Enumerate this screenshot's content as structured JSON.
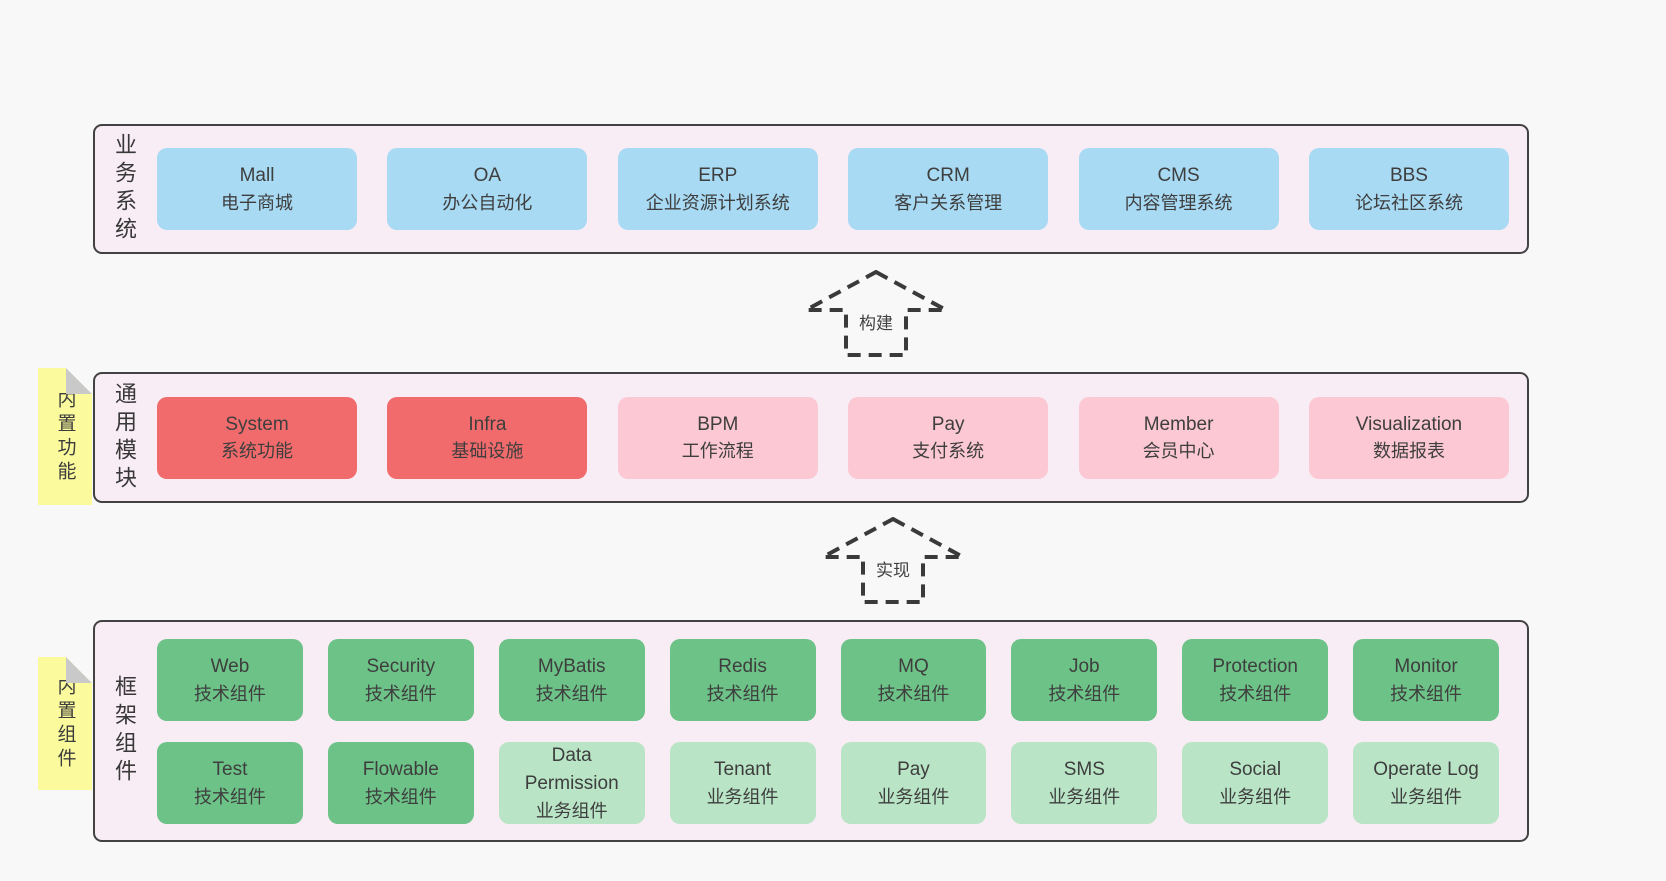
{
  "palette": {
    "page_background": "#f8f8f8",
    "container_background": "#f8edf5",
    "container_border": "#424242",
    "business_system_box": "#a8daf4",
    "core_module_box": "#f16b6c",
    "feature_module_box": "#fbc8d3",
    "tech_component_box": "#6cc287",
    "biz_component_box": "#b9e5c6",
    "sticky_note": "#fbfb9d",
    "sticky_note_fold": "#c9c9c9",
    "dashed_arrow": "#3a3a3a"
  },
  "layers": {
    "business": {
      "label": "业务系统",
      "boxes": [
        {
          "name": "Mall",
          "desc": "电子商城",
          "variant": "business"
        },
        {
          "name": "OA",
          "desc": "办公自动化",
          "variant": "business"
        },
        {
          "name": "ERP",
          "desc": "企业资源计划系统",
          "variant": "business"
        },
        {
          "name": "CRM",
          "desc": "客户关系管理",
          "variant": "business"
        },
        {
          "name": "CMS",
          "desc": "内容管理系统",
          "variant": "business"
        },
        {
          "name": "BBS",
          "desc": "论坛社区系统",
          "variant": "business"
        }
      ]
    },
    "modules": {
      "label": "通用模块",
      "note": "内置功能",
      "boxes": [
        {
          "name": "System",
          "desc": "系统功能",
          "variant": "core"
        },
        {
          "name": "Infra",
          "desc": "基础设施",
          "variant": "core"
        },
        {
          "name": "BPM",
          "desc": "工作流程",
          "variant": "feature"
        },
        {
          "name": "Pay",
          "desc": "支付系统",
          "variant": "feature"
        },
        {
          "name": "Member",
          "desc": "会员中心",
          "variant": "feature"
        },
        {
          "name": "Visualization",
          "desc": "数据报表",
          "variant": "feature"
        }
      ]
    },
    "components": {
      "label": "框架组件",
      "note": "内置组件",
      "boxes": [
        {
          "name": "Web",
          "desc": "技术组件",
          "variant": "tech"
        },
        {
          "name": "Security",
          "desc": "技术组件",
          "variant": "tech"
        },
        {
          "name": "MyBatis",
          "desc": "技术组件",
          "variant": "tech"
        },
        {
          "name": "Redis",
          "desc": "技术组件",
          "variant": "tech"
        },
        {
          "name": "MQ",
          "desc": "技术组件",
          "variant": "tech"
        },
        {
          "name": "Job",
          "desc": "技术组件",
          "variant": "tech"
        },
        {
          "name": "Protection",
          "desc": "技术组件",
          "variant": "tech"
        },
        {
          "name": "Monitor",
          "desc": "技术组件",
          "variant": "tech"
        },
        {
          "name": "Test",
          "desc": "技术组件",
          "variant": "tech"
        },
        {
          "name": "Flowable",
          "desc": "技术组件",
          "variant": "tech"
        },
        {
          "name": "Data Permission",
          "desc": "业务组件",
          "variant": "biz"
        },
        {
          "name": "Tenant",
          "desc": "业务组件",
          "variant": "biz"
        },
        {
          "name": "Pay",
          "desc": "业务组件",
          "variant": "biz"
        },
        {
          "name": "SMS",
          "desc": "业务组件",
          "variant": "biz"
        },
        {
          "name": "Social",
          "desc": "业务组件",
          "variant": "biz"
        },
        {
          "name": "Operate Log",
          "desc": "业务组件",
          "variant": "biz"
        }
      ]
    }
  },
  "arrows": [
    {
      "label": "构建"
    },
    {
      "label": "实现"
    }
  ]
}
